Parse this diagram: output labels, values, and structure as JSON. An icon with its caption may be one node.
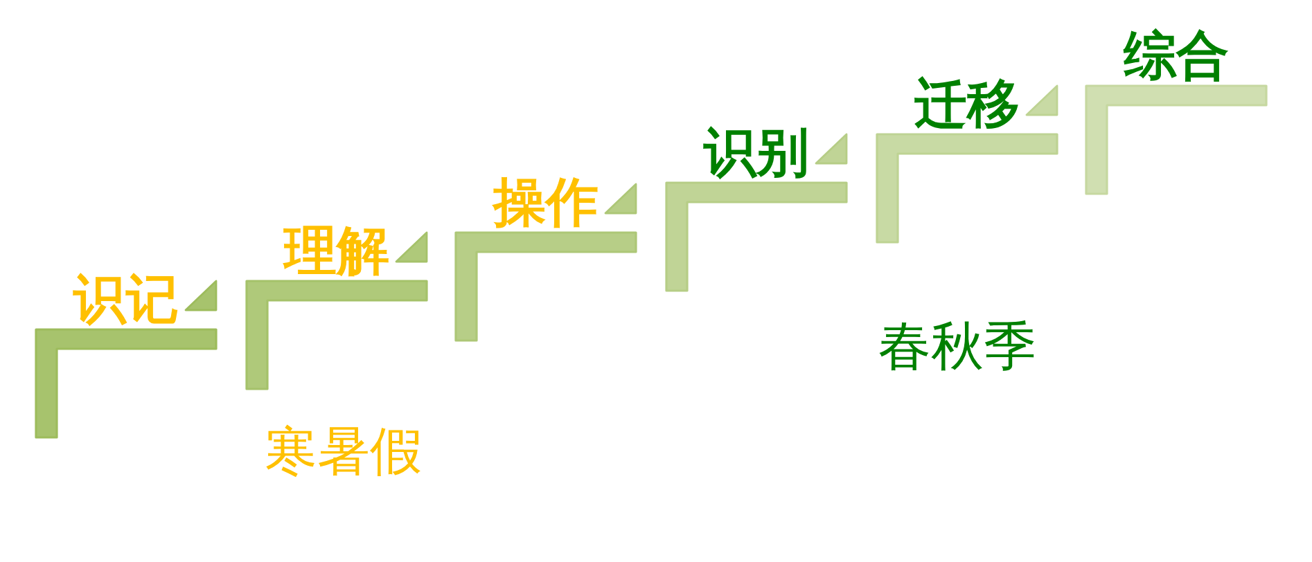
{
  "diagram": {
    "nodes": [
      {
        "text": [
          "识记"
        ]
      },
      {
        "text": [
          "理解"
        ]
      },
      {
        "text": [
          "操作"
        ]
      },
      {
        "text": [
          "识别"
        ]
      },
      {
        "text": [
          "迁移"
        ]
      },
      {
        "text": [
          "综合"
        ]
      }
    ],
    "labels": [
      "寒暑假",
      "春秋季"
    ]
  }
}
